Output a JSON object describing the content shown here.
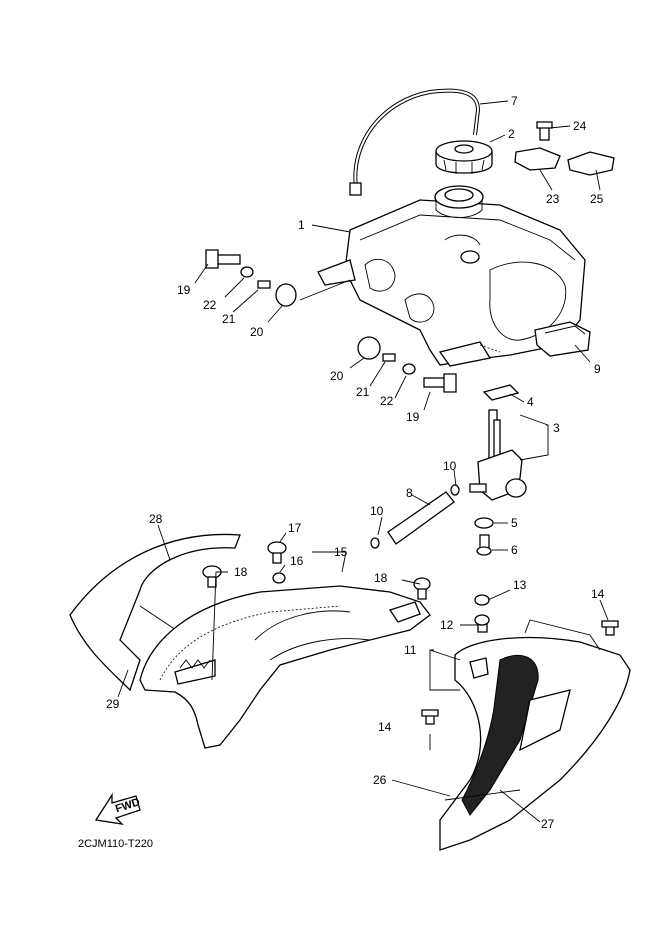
{
  "diagram": {
    "reference_code": "2CJM110-T220",
    "fwd_label": "FWD",
    "callouts": [
      {
        "id": "c1",
        "label": "1"
      },
      {
        "id": "c2",
        "label": "2"
      },
      {
        "id": "c3",
        "label": "3"
      },
      {
        "id": "c4",
        "label": "4"
      },
      {
        "id": "c5",
        "label": "5"
      },
      {
        "id": "c6",
        "label": "6"
      },
      {
        "id": "c7",
        "label": "7"
      },
      {
        "id": "c8",
        "label": "8"
      },
      {
        "id": "c9",
        "label": "9"
      },
      {
        "id": "c10a",
        "label": "10"
      },
      {
        "id": "c10b",
        "label": "10"
      },
      {
        "id": "c11",
        "label": "11"
      },
      {
        "id": "c12",
        "label": "12"
      },
      {
        "id": "c13",
        "label": "13"
      },
      {
        "id": "c14a",
        "label": "14"
      },
      {
        "id": "c14b",
        "label": "14"
      },
      {
        "id": "c15",
        "label": "15"
      },
      {
        "id": "c16",
        "label": "16"
      },
      {
        "id": "c17",
        "label": "17"
      },
      {
        "id": "c18a",
        "label": "18"
      },
      {
        "id": "c18b",
        "label": "18"
      },
      {
        "id": "c19a",
        "label": "19"
      },
      {
        "id": "c19b",
        "label": "19"
      },
      {
        "id": "c20a",
        "label": "20"
      },
      {
        "id": "c20b",
        "label": "20"
      },
      {
        "id": "c21a",
        "label": "21"
      },
      {
        "id": "c21b",
        "label": "21"
      },
      {
        "id": "c22a",
        "label": "22"
      },
      {
        "id": "c22b",
        "label": "22"
      },
      {
        "id": "c23",
        "label": "23"
      },
      {
        "id": "c24",
        "label": "24"
      },
      {
        "id": "c25",
        "label": "25"
      },
      {
        "id": "c26",
        "label": "26"
      },
      {
        "id": "c27",
        "label": "27"
      },
      {
        "id": "c28",
        "label": "28"
      },
      {
        "id": "c29",
        "label": "29"
      }
    ]
  }
}
